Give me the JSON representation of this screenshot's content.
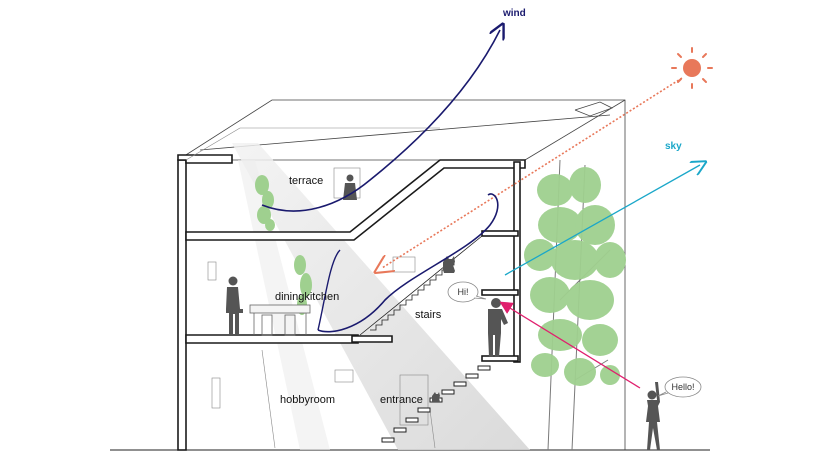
{
  "labels": {
    "wind": "wind",
    "sky": "sky",
    "terrace": "terrace",
    "diningkitchen": "diningkitchen",
    "stairs": "stairs",
    "hobbyroom": "hobbyroom",
    "entrance": "entrance",
    "hi_bubble": "Hi!",
    "hello_bubble": "Hello!"
  },
  "colors": {
    "wind": "#1a1a6e",
    "sky": "#1aa7c9",
    "sun": "#e8785a",
    "sunbeam": "#e8785a",
    "pink": "#e0206e",
    "wall": "#1a1a1a",
    "foliage": "#9fd08f",
    "figure": "#555555",
    "shadow": "#d9d9d9"
  },
  "icons": {
    "sun": "sun-icon",
    "tree": "tree-icon",
    "cat": "cat-icon"
  }
}
